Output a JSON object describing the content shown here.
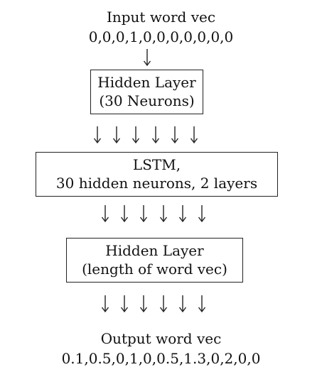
{
  "input": {
    "title": "Input word vec",
    "vector": "0,0,0,1,0,0,0,0,0,0,0"
  },
  "hidden_layer_1": {
    "line1": "Hidden Layer",
    "line2": "(30 Neurons)"
  },
  "lstm": {
    "line1": "LSTM,",
    "line2": "30 hidden neurons, 2 layers"
  },
  "hidden_layer_2": {
    "line1": "Hidden Layer",
    "line2": "(length of word vec)"
  },
  "output": {
    "title": "Output word vec",
    "vector": "0.1,0.5,0,1,0,0.5,1.3,0,2,0,0"
  },
  "colors": {
    "stroke": "#222222",
    "text": "#111111",
    "background": "#ffffff"
  },
  "icons": {
    "arrow": "down-arrow-icon"
  }
}
